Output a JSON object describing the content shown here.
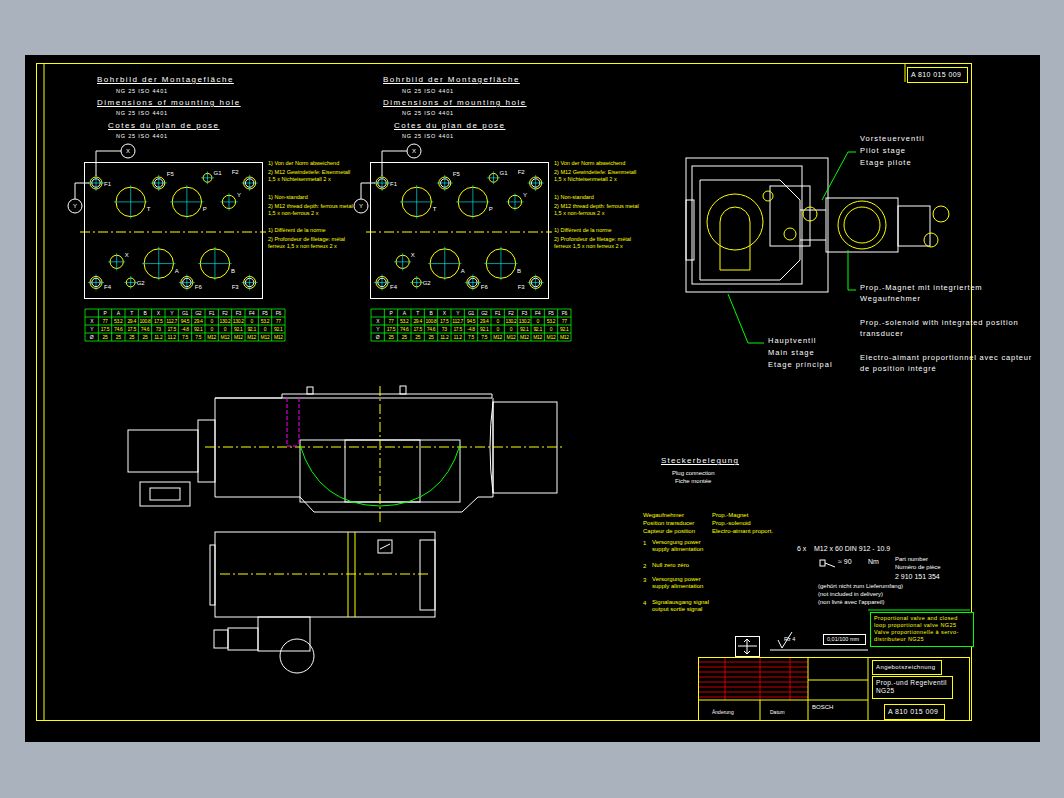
{
  "diagram": {
    "nodes": [
      {
        "text": [
          "A 810 015 009"
        ]
      },
      {
        "text": [
          "Proportional valve and closed loop proportional valve NG25",
          "Valve proportionnelle à servo-distributeur NG25"
        ]
      },
      {
        "text": [
          "Angebotszeichnung"
        ]
      },
      {
        "text": [
          "Prop.-und Regelventil",
          "NG25"
        ]
      },
      {
        "text": [
          "A 810 015 009"
        ]
      }
    ],
    "labels": [
      "Bohrbild der Montagefläche",
      "NG 25 ISO 4401",
      "Dimensions of mounting hole",
      "NG 25 ISO 4401",
      "Cotes du plan de pose",
      "NG 25 ISO 4401",
      "X",
      "Y",
      "T",
      "P",
      "Y",
      "X",
      "A",
      "B",
      "F1",
      "F2",
      "F3",
      "F4",
      "F5",
      "F6",
      "G1",
      "G2",
      "1) Von der Norm abweichend",
      "2) M12 Gewindetiefe: Eisenmetall 1,5 x Nichteisenmetall 2 x",
      "1) Non-standard",
      "2) M12 thread depth: ferrous metal 1,5 x non-ferrous 2 x",
      "1) Différent de la norme",
      "2) Profondeur de filetage: métal ferreux 1,5 x non ferreux 2 x",
      "P",
      "A",
      "T",
      "B",
      "X",
      "Y",
      "G1",
      "G2",
      "F1",
      "F2",
      "F3",
      "F4",
      "F5",
      "F6",
      "X",
      "77",
      "53.2",
      "29.4",
      "100.8",
      "17.5",
      "112.7",
      "94.5",
      "29.4",
      "0",
      "130.2",
      "130.2",
      "0",
      "53.2",
      "77",
      "Y",
      "17.5",
      "74.6",
      "17.5",
      "74.6",
      "73",
      "17.5",
      "-4.8",
      "92.1",
      "0",
      "0",
      "92.1",
      "92.1",
      "0",
      "92.1",
      "Ø",
      "25",
      "25",
      "25",
      "25",
      "11.2",
      "11.2",
      "7.5",
      "7.5",
      "M12",
      "M12",
      "M12",
      "M12",
      "M12",
      "M12",
      "Bohrbild der Montagefläche",
      "NG 25 ISO 4401",
      "Dimensions of mounting hole",
      "NG 25 ISO 4401",
      "Cotes du plan de pose",
      "NG 25 ISO 4401",
      "X",
      "Y",
      "T",
      "P",
      "Y",
      "X",
      "A",
      "B",
      "F1",
      "F2",
      "F3",
      "F4",
      "F5",
      "F6",
      "G1",
      "G2",
      "1) Von der Norm abweichend",
      "2) M12 Gewindetiefe: Eisenmetall 1,5 x Nichteisenmetall 2 x",
      "1) Non-standard",
      "2) M12 thread depth: ferrous metal 1,5 x non-ferrous 2 x",
      "1) Différent de la norme",
      "2) Profondeur de filetage: métal ferreux 1,5 x non ferreux 2 x",
      "P",
      "A",
      "T",
      "B",
      "X",
      "Y",
      "G1",
      "G2",
      "F1",
      "F2",
      "F3",
      "F4",
      "F5",
      "F6",
      "X",
      "77",
      "53.2",
      "29.4",
      "100.8",
      "17.5",
      "112.7",
      "94.5",
      "29.4",
      "0",
      "130.2",
      "130.2",
      "0",
      "53.2",
      "77",
      "Y",
      "17.5",
      "74.6",
      "17.5",
      "74.6",
      "73",
      "17.5",
      "-4.8",
      "92.1",
      "0",
      "0",
      "92.1",
      "92.1",
      "0",
      "92.1",
      "Ø",
      "25",
      "25",
      "25",
      "25",
      "11.2",
      "11.2",
      "7.5",
      "7.5",
      "M12",
      "M12",
      "M12",
      "M12",
      "M12",
      "M12",
      "Vorsteuerventil",
      "Pilot stage",
      "Etage pilote",
      "Prop.-Magnet mit integriertem Wegaufnehmer",
      "Prop.-solenoid with integrated position transducer",
      "Electro-aimant proportionnel avec capteur de position intégré",
      "Hauptventil",
      "Main stage",
      "Etage principal",
      "Steckerbelegung",
      "Plug connection",
      "Fiche montée",
      "Wegaufnehmer",
      "Prop.-Magnet",
      "Position transducer",
      "Prop.-solenoid",
      "Capteur de position",
      "Electro-aimant proport.",
      "1",
      "Versorgung power supply alimentation",
      "2",
      "Null zero zéro",
      "3",
      "Versorgung power supply alimentation",
      "4",
      "Signalausgang signal output sortie signal",
      "6 x",
      "M12 x 60 DIN 912 - 10.9",
      "≈ 90",
      "Nm",
      "Part number",
      "Numéro de pièce",
      "2 910 151 354",
      "(gehört nicht zum Lieferumfang)",
      "(not included in delivery)",
      "(non livré avec l'appareil)",
      "Rz 4",
      "0,01/100 mm",
      "BOSCH",
      "Änderung",
      "Datum"
    ]
  }
}
